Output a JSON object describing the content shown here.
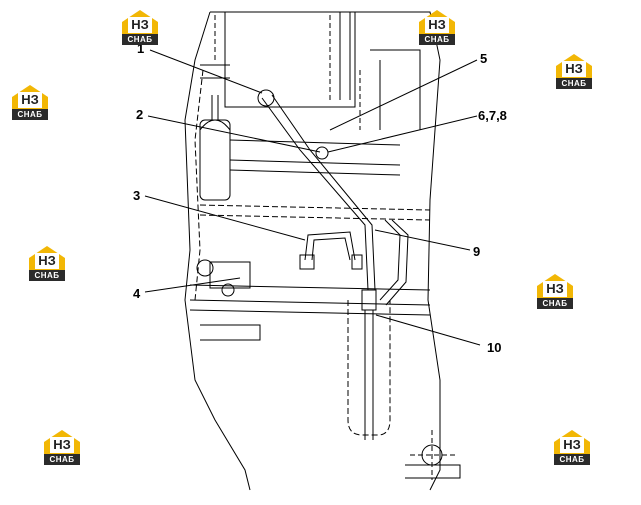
{
  "callouts": [
    {
      "label": "1"
    },
    {
      "label": "2"
    },
    {
      "label": "3"
    },
    {
      "label": "4"
    },
    {
      "label": "5"
    },
    {
      "label": "6,7,8"
    },
    {
      "label": "9"
    },
    {
      "label": "10"
    }
  ],
  "watermark": {
    "monogram": "НЗ",
    "text": "СНАБ",
    "accent_color": "#f2b705",
    "dark_color": "#2b2b2b"
  },
  "colors": {
    "line": "#000000",
    "background": "#ffffff"
  }
}
